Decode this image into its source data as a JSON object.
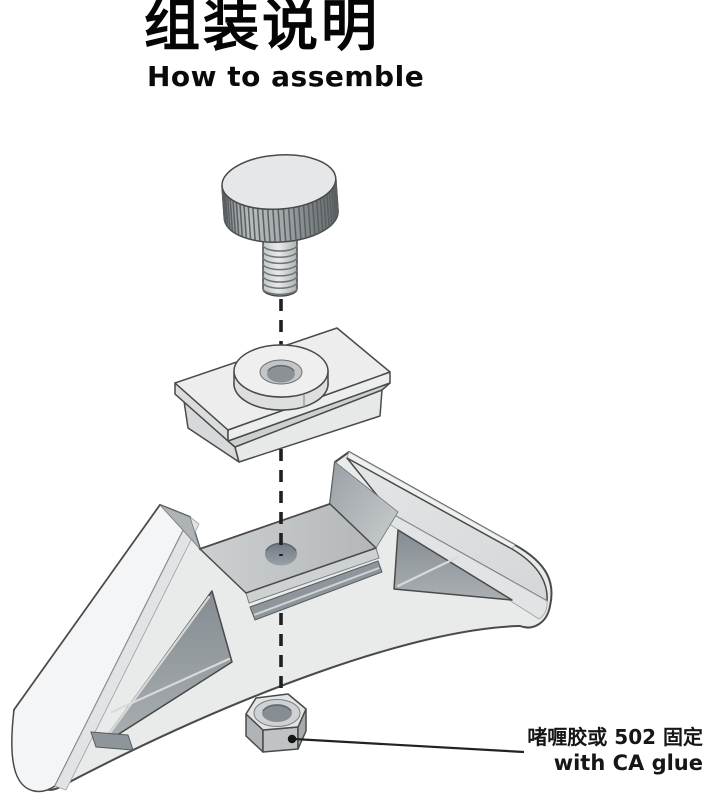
{
  "header": {
    "title": "组装说明",
    "subtitle": "How to assemble"
  },
  "annotation": {
    "glue_note_zh": "啫喱胶或 502 固定",
    "glue_note_en": "with CA glue"
  },
  "colors": {
    "background": "#ffffff",
    "outline": "#4a4a4a",
    "text": "#111111",
    "part_light": "#f4f5f6",
    "part_mid": "#dcdee0",
    "platform_grey": "#c3c6c8",
    "cavity_dark": "#8f969b",
    "dash_line": "#1f1f1f"
  }
}
